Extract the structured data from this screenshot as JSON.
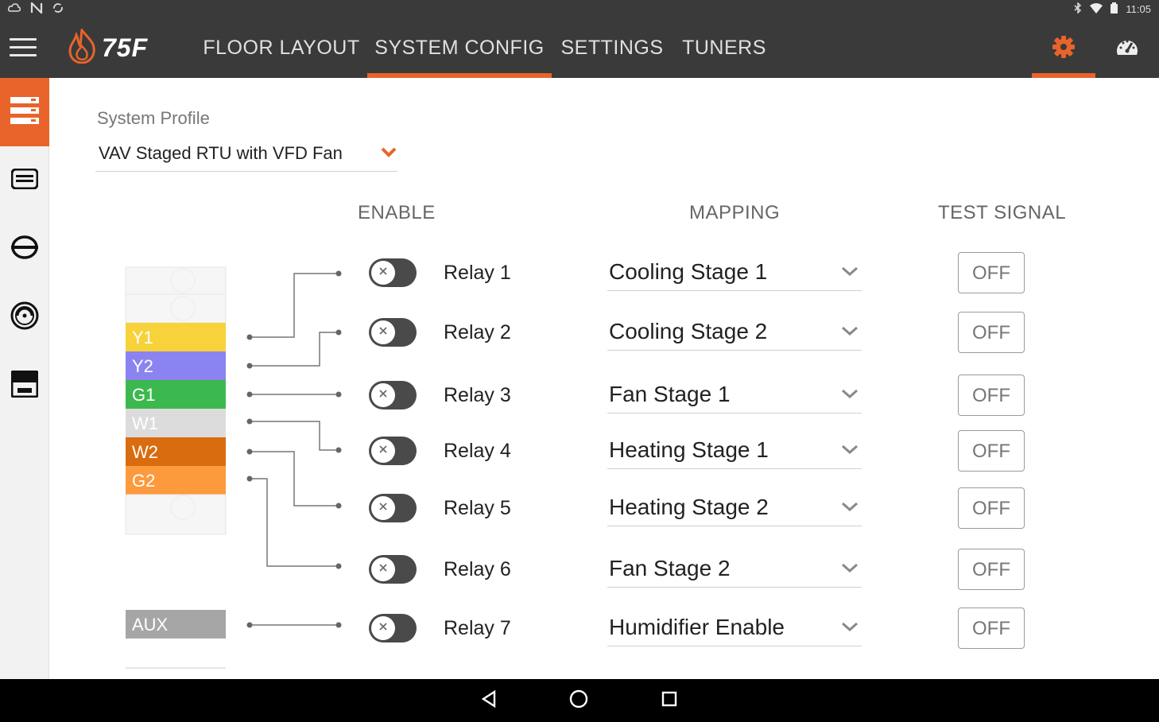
{
  "statusbar": {
    "time": "11:05"
  },
  "app": {
    "logo_text": "75F"
  },
  "nav": {
    "tabs": [
      {
        "label": "FLOOR LAYOUT"
      },
      {
        "label": "SYSTEM CONFIG"
      },
      {
        "label": "SETTINGS"
      },
      {
        "label": "TUNERS"
      }
    ],
    "active_tab": "SYSTEM CONFIG"
  },
  "profile": {
    "label": "System Profile",
    "value": "VAV Staged RTU with VFD Fan"
  },
  "columns": {
    "enable": "ENABLE",
    "mapping": "MAPPING",
    "test_signal": "TEST SIGNAL"
  },
  "wires": [
    {
      "label": "Y1",
      "color": "#f7d23a"
    },
    {
      "label": "Y2",
      "color": "#8b83f0"
    },
    {
      "label": "G1",
      "color": "#3cb94e"
    },
    {
      "label": "W1",
      "color": "#dcdcdc"
    },
    {
      "label": "W2",
      "color": "#d86c0e"
    },
    {
      "label": "G2",
      "color": "#fc9a3c"
    },
    {
      "label": "AUX",
      "color": "#a6a6a6"
    }
  ],
  "relays": [
    {
      "label": "Relay 1",
      "mapping": "Cooling Stage 1",
      "test": "OFF",
      "enabled": false
    },
    {
      "label": "Relay 2",
      "mapping": "Cooling Stage 2",
      "test": "OFF",
      "enabled": false
    },
    {
      "label": "Relay 3",
      "mapping": "Fan Stage 1",
      "test": "OFF",
      "enabled": false
    },
    {
      "label": "Relay 4",
      "mapping": "Heating Stage 1",
      "test": "OFF",
      "enabled": false
    },
    {
      "label": "Relay 5",
      "mapping": "Heating Stage 2",
      "test": "OFF",
      "enabled": false
    },
    {
      "label": "Relay 6",
      "mapping": "Fan Stage 2",
      "test": "OFF",
      "enabled": false
    },
    {
      "label": "Relay 7",
      "mapping": "Humidifier Enable",
      "test": "OFF",
      "enabled": false
    }
  ],
  "colors": {
    "accent": "#e8642a",
    "topbar": "#3a3a3a"
  }
}
